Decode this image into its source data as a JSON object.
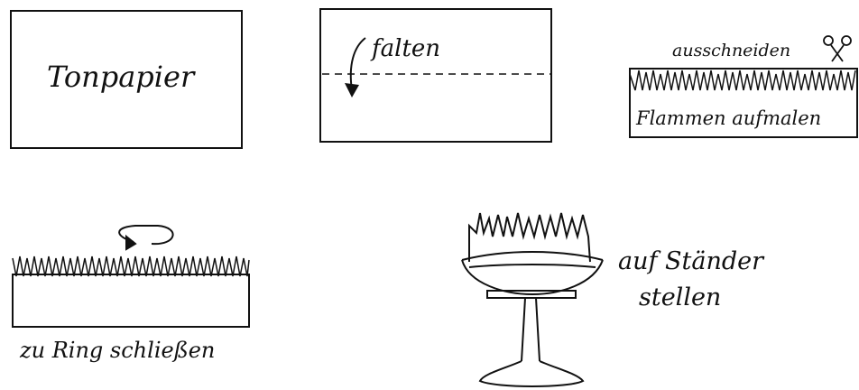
{
  "steps": {
    "paper_label": "Tonpapier",
    "fold_label": "falten",
    "cut_label": "ausschneiden",
    "paint_label": "Flammen aufmalen",
    "ring_label": "zu Ring schließen",
    "stand_label_line1": "auf Ständer",
    "stand_label_line2": "stellen"
  },
  "icons": {
    "scissors": "scissors-icon",
    "fold_arrow": "fold-arrow-icon",
    "curl_arrow": "curl-arrow-icon"
  }
}
